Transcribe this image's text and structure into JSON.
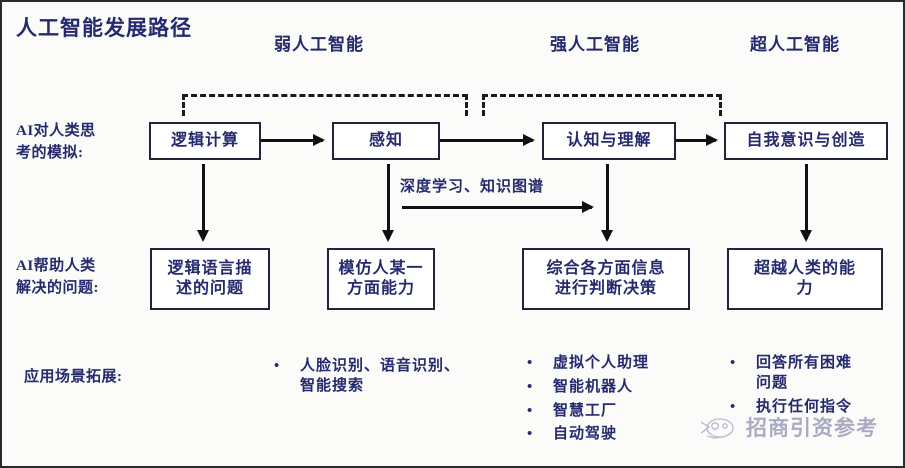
{
  "title": "人工智能发展路径",
  "colors": {
    "ink": "#252a6e",
    "line": "#111111",
    "box_border": "#23233c",
    "background": "#fbfbf9",
    "watermark": "#3b3f7a"
  },
  "stages": [
    {
      "id": "weak",
      "label": "弱人工智能"
    },
    {
      "id": "strong",
      "label": "强人工智能"
    },
    {
      "id": "super",
      "label": "超人工智能"
    }
  ],
  "rows": {
    "thinking": {
      "label": "AI对人类思\n考的模拟:",
      "label_line1": "AI对人类思",
      "label_line2": "考的模拟:",
      "boxes": [
        {
          "id": "logic",
          "label": "逻辑计算"
        },
        {
          "id": "perception",
          "label": "感知"
        },
        {
          "id": "cognition",
          "label": "认知与理解"
        },
        {
          "id": "selfaware",
          "label": "自我意识与创造"
        }
      ]
    },
    "solving": {
      "label_line1": "AI帮助人类",
      "label_line2": "解决的问题:",
      "boxes": [
        {
          "id": "logic-lang",
          "line1": "逻辑语言描",
          "line2": "述的问题"
        },
        {
          "id": "imitate",
          "line1": "模仿人某一",
          "line2": "方面能力"
        },
        {
          "id": "synthesize",
          "line1": "综合各方面信息",
          "line2": "进行判断决策"
        },
        {
          "id": "surpass",
          "line1": "超越人类的能",
          "line2": "力"
        }
      ]
    },
    "applications": {
      "label": "应用场景拓展:",
      "columns": [
        {
          "id": "weak",
          "items": [
            {
              "line1": "人脸识别、语音识别、",
              "line2": "智能搜索"
            }
          ]
        },
        {
          "id": "strong",
          "items": [
            {
              "line1": "虚拟个人助理",
              "line2": ""
            },
            {
              "line1": "智能机器人",
              "line2": ""
            },
            {
              "line1": "智慧工厂",
              "line2": ""
            },
            {
              "line1": "自动驾驶",
              "line2": ""
            }
          ]
        },
        {
          "id": "super",
          "items": [
            {
              "line1": "回答所有困难",
              "line2": "问题"
            },
            {
              "line1": "执行任何指令",
              "line2": ""
            }
          ]
        }
      ]
    }
  },
  "connector_labels": {
    "deep_learning": "深度学习、知识图谱"
  },
  "bullet_glyph": "•",
  "watermark": {
    "text": "招商引资参考"
  }
}
